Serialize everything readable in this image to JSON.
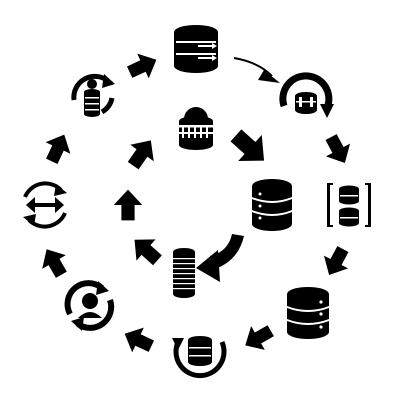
{
  "diagram": {
    "colors": {
      "ink": "#000000",
      "paper": "#ffffff"
    },
    "outer_cycle": [
      {
        "name": "database-transfer-icon",
        "icon": "database-with-arrows"
      },
      {
        "name": "database-sync-icon",
        "icon": "circular-arrow-with-database"
      },
      {
        "name": "database-cluster-icon",
        "icon": "two-databases-in-brackets"
      },
      {
        "name": "database-server-icon",
        "icon": "three-tier-database"
      },
      {
        "name": "database-refresh-icon",
        "icon": "database-in-circular-arrow"
      },
      {
        "name": "user-refresh-icon",
        "icon": "person-with-circular-arrows"
      },
      {
        "name": "sync-exchange-icon",
        "icon": "two-way-arrows-in-circle"
      },
      {
        "name": "database-reload-icon",
        "icon": "stack-with-circular-arrow"
      }
    ],
    "inner_cycle": [
      {
        "name": "database-cloud-icon",
        "icon": "database-with-dome"
      },
      {
        "name": "database-stack-icon",
        "icon": "three-tier-database"
      },
      {
        "name": "disk-stack-icon",
        "icon": "ribbed-cylinder"
      }
    ]
  }
}
